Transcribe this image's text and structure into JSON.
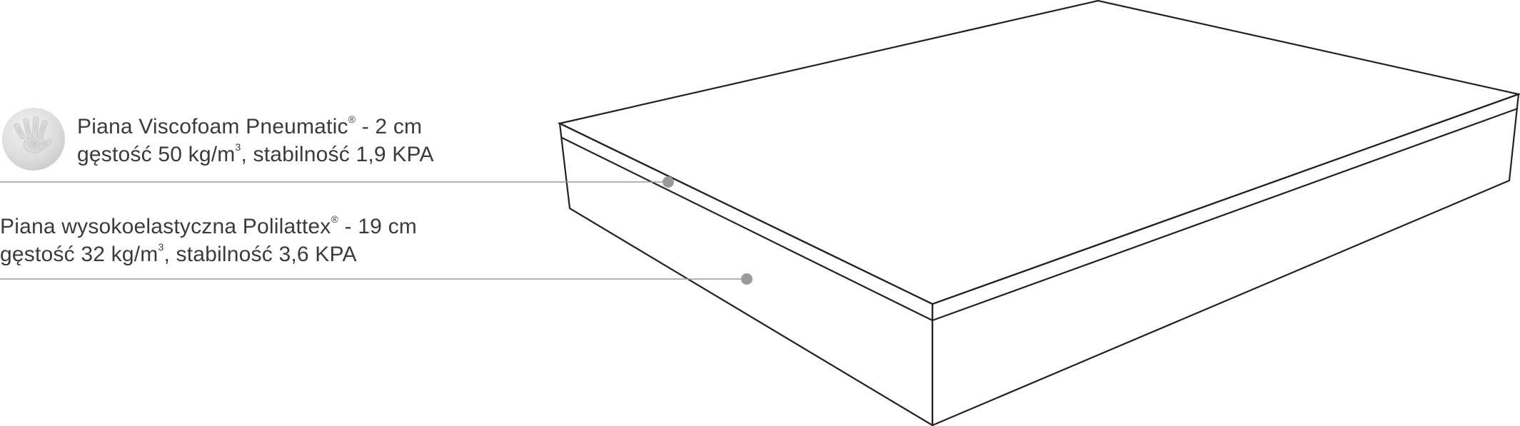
{
  "layers": [
    {
      "name_prefix": "Piana Viscofoam Pneumatic",
      "registered_mark": "®",
      "thickness": " - 2 cm",
      "density_prefix": "gęstość 50 kg/m",
      "density_exp": "3",
      "stability": ", stabilność 1,9 KPA",
      "icon": "hand-imprint-foam-icon"
    },
    {
      "name_prefix": "Piana wysokoelastyczna Polilattex",
      "registered_mark": "®",
      "thickness": " - 19 cm",
      "density_prefix": "gęstość 32 kg/m",
      "density_exp": "3",
      "stability": ", stabilność 3,6 KPA"
    }
  ],
  "colors": {
    "outline": "#222222",
    "leader_line": "#9a9a9a",
    "marker_dot": "#9a9a9a",
    "text": "#3b3b3b"
  }
}
